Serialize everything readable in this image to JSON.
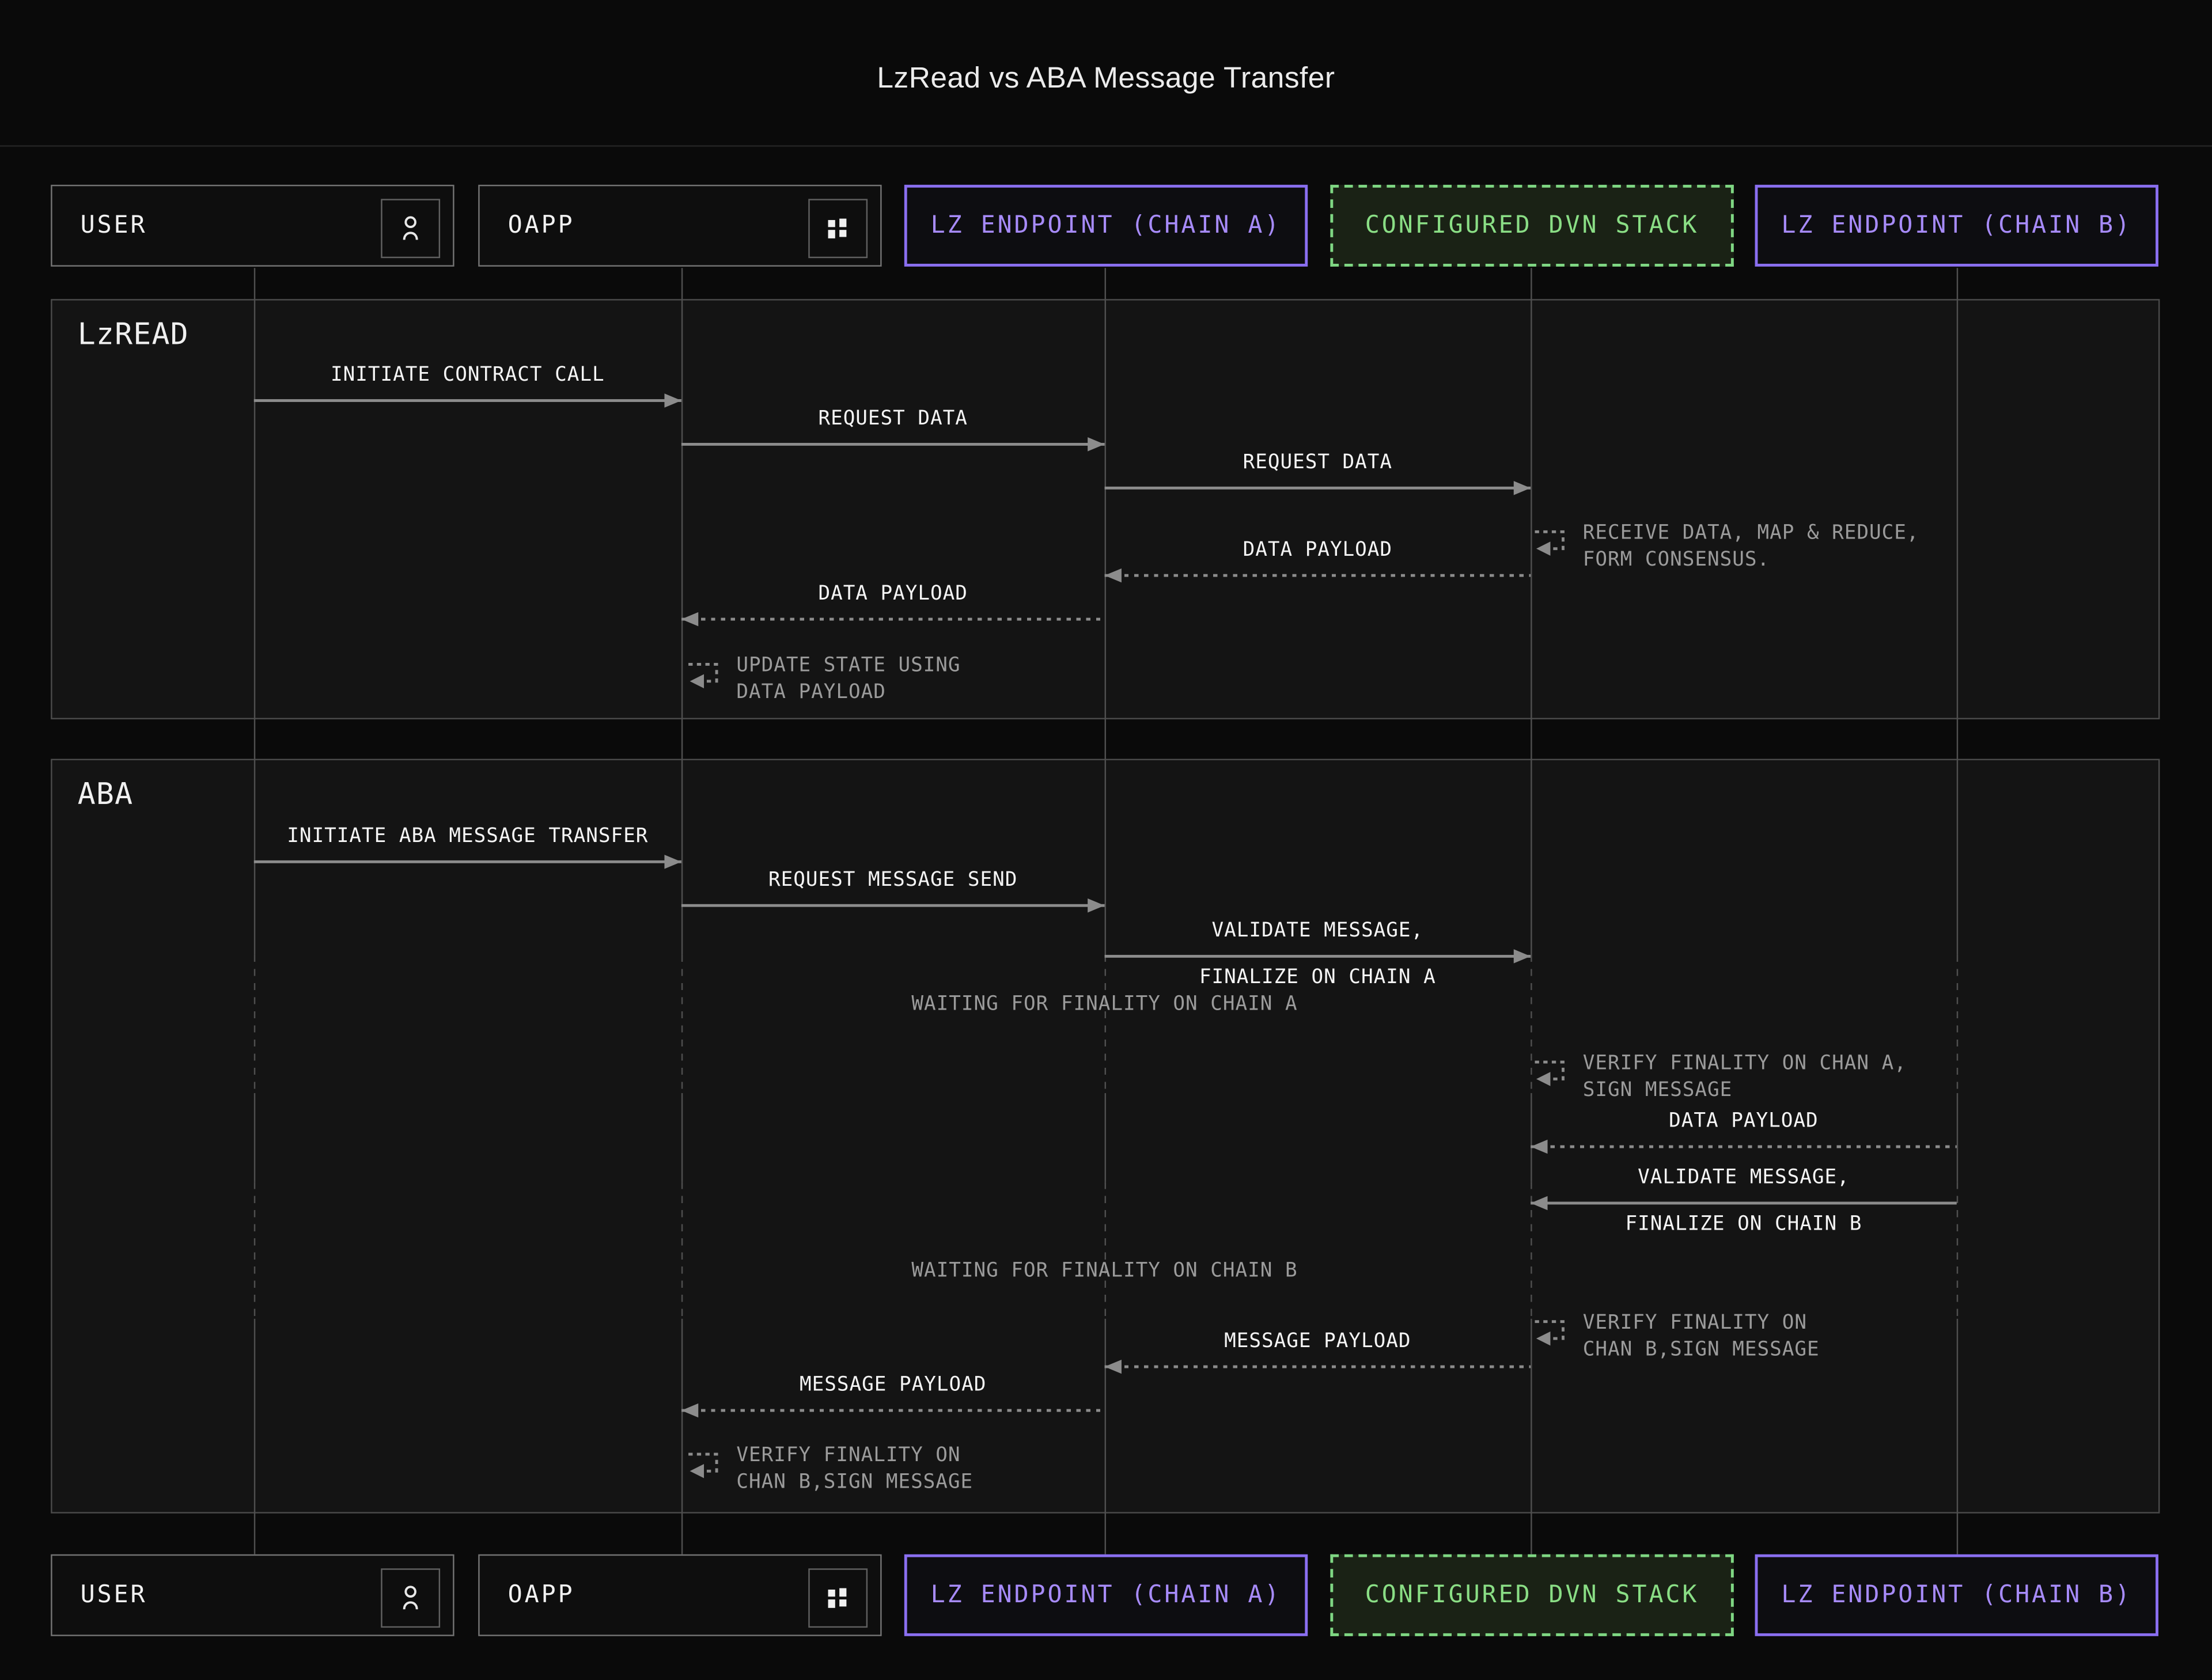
{
  "header": {
    "title": "LzRead vs ABA Message Transfer"
  },
  "participants": [
    {
      "label": "USER",
      "icon": "person-icon",
      "variant": "plain"
    },
    {
      "label": "OAPP",
      "icon": "grid-icon",
      "variant": "plain"
    },
    {
      "label": "LZ ENDPOINT (CHAIN A)",
      "variant": "purple"
    },
    {
      "label": "CONFIGURED DVN STACK",
      "variant": "green"
    },
    {
      "label": "LZ ENDPOINT (CHAIN B)",
      "variant": "purple"
    }
  ],
  "colors": {
    "background": "#0a0a0a",
    "frame_fill": "#141414",
    "frame_border": "#4a4a4a",
    "lifeline": "#4f4f4f",
    "arrow": "#8c8c8c",
    "message_text": "#f5f5f5",
    "muted_text": "#9b9b9b",
    "purple_accent": "#a78bfa",
    "green_accent": "#8ade85"
  },
  "sections": [
    {
      "label": "LzREAD",
      "messages": [
        {
          "lines": [
            "INITIATE CONTRACT CALL"
          ],
          "from": "USER",
          "to": "OAPP",
          "style": "solid"
        },
        {
          "lines": [
            "REQUEST DATA"
          ],
          "from": "OAPP",
          "to": "LZ ENDPOINT (CHAIN A)",
          "style": "solid"
        },
        {
          "lines": [
            "REQUEST DATA"
          ],
          "from": "LZ ENDPOINT (CHAIN A)",
          "to": "CONFIGURED DVN STACK",
          "style": "solid"
        },
        {
          "lines": [
            "DATA PAYLOAD"
          ],
          "from": "CONFIGURED DVN STACK",
          "to": "LZ ENDPOINT (CHAIN A)",
          "style": "dashed"
        },
        {
          "lines": [
            "DATA PAYLOAD"
          ],
          "from": "LZ ENDPOINT (CHAIN A)",
          "to": "OAPP",
          "style": "dashed"
        }
      ],
      "notes": [
        {
          "at": "CONFIGURED DVN STACK",
          "lines": [
            "RECEIVE DATA, MAP & REDUCE,",
            "FORM CONSENSUS."
          ]
        },
        {
          "at": "OAPP",
          "lines": [
            "UPDATE STATE USING",
            "DATA PAYLOAD"
          ]
        }
      ]
    },
    {
      "label": "ABA",
      "messages": [
        {
          "lines": [
            "INITIATE ABA MESSAGE TRANSFER"
          ],
          "from": "USER",
          "to": "OAPP",
          "style": "solid"
        },
        {
          "lines": [
            "REQUEST MESSAGE SEND"
          ],
          "from": "OAPP",
          "to": "LZ ENDPOINT (CHAIN A)",
          "style": "solid"
        },
        {
          "lines": [
            "VALIDATE MESSAGE,",
            "FINALIZE ON CHAIN A"
          ],
          "from": "LZ ENDPOINT (CHAIN A)",
          "to": "CONFIGURED DVN STACK",
          "style": "solid"
        },
        {
          "lines": [
            "DATA PAYLOAD"
          ],
          "from": "LZ ENDPOINT (CHAIN B)",
          "to": "CONFIGURED DVN STACK",
          "style": "dashed"
        },
        {
          "lines": [
            "VALIDATE MESSAGE,",
            "FINALIZE ON CHAIN B"
          ],
          "from": "LZ ENDPOINT (CHAIN B)",
          "to": "CONFIGURED DVN STACK",
          "style": "solid"
        },
        {
          "lines": [
            "MESSAGE PAYLOAD"
          ],
          "from": "CONFIGURED DVN STACK",
          "to": "LZ ENDPOINT (CHAIN A)",
          "style": "dashed"
        },
        {
          "lines": [
            "MESSAGE PAYLOAD"
          ],
          "from": "LZ ENDPOINT (CHAIN A)",
          "to": "OAPP",
          "style": "dashed"
        }
      ],
      "statuses": [
        "WAITING FOR FINALITY ON CHAIN A",
        "WAITING FOR FINALITY ON CHAIN B"
      ],
      "notes": [
        {
          "at": "CONFIGURED DVN STACK",
          "lines": [
            "VERIFY FINALITY ON CHAN A,",
            "SIGN MESSAGE"
          ]
        },
        {
          "at": "CONFIGURED DVN STACK",
          "lines": [
            "VERIFY FINALITY ON",
            "CHAN B,SIGN MESSAGE"
          ]
        },
        {
          "at": "OAPP",
          "lines": [
            "VERIFY FINALITY ON",
            "CHAN B,SIGN MESSAGE"
          ]
        }
      ]
    }
  ]
}
